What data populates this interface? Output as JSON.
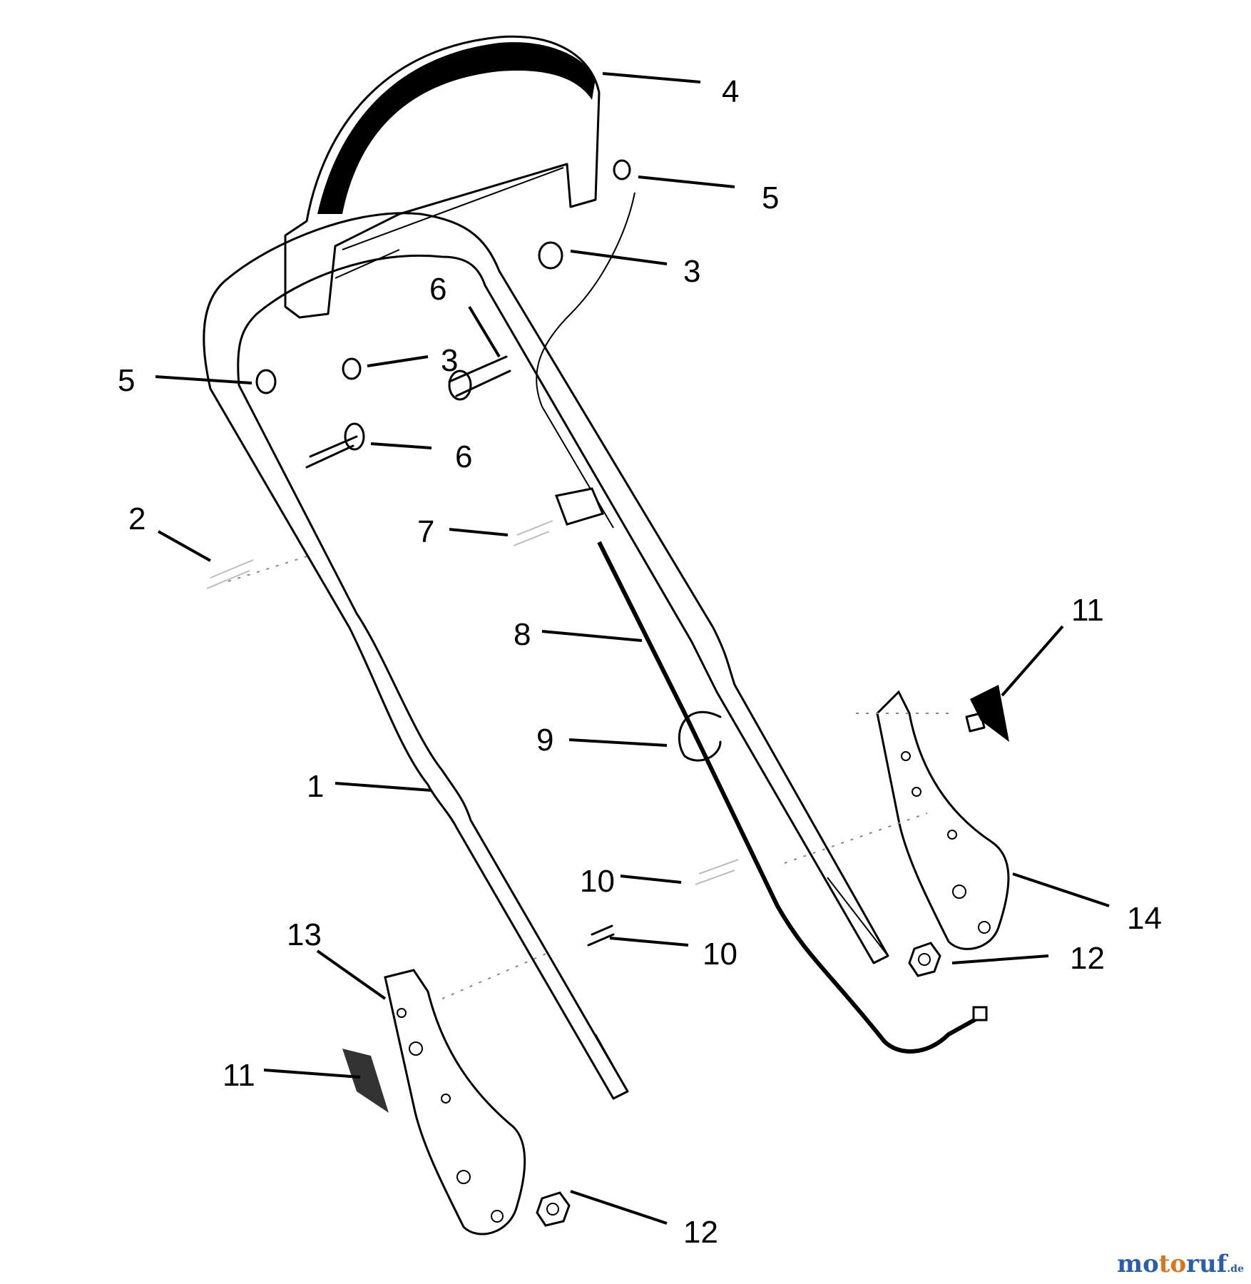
{
  "callouts": {
    "c1": "1",
    "c2": "2",
    "c3a": "3",
    "c3b": "3",
    "c4": "4",
    "c5a": "5",
    "c5b": "5",
    "c6a": "6",
    "c6b": "6",
    "c7": "7",
    "c8": "8",
    "c9": "9",
    "c10a": "10",
    "c10b": "10",
    "c11a": "11",
    "c11b": "11",
    "c12a": "12",
    "c12b": "12",
    "c13": "13",
    "c14": "14"
  },
  "watermark": {
    "part_a": "mo",
    "part_b": "to",
    "part_c": "ruf",
    "suffix": ".de"
  }
}
